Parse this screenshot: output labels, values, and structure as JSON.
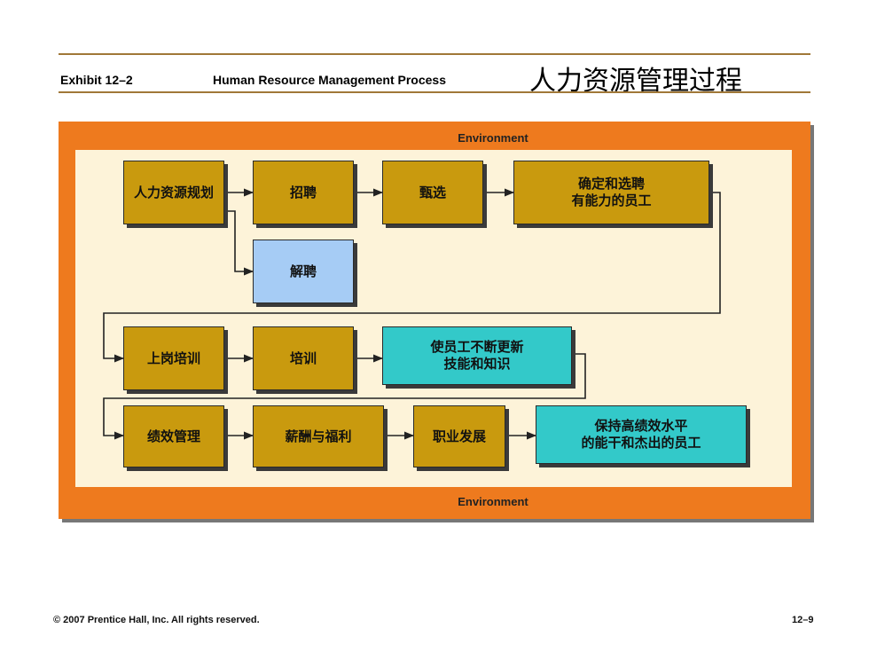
{
  "header": {
    "exhibit": "Exhibit 12–2",
    "title_en": "Human Resource Management Process",
    "title_cn": "人力资源管理过程"
  },
  "environment": {
    "top_label": "Environment",
    "bottom_label": "Environment"
  },
  "boxes": {
    "hr_planning": "人力资源规划",
    "recruitment": "招聘",
    "selection": "甄选",
    "identify_select": "确定和选聘\n有能力的员工",
    "decruitment": "解聘",
    "orientation": "上岗培训",
    "training": "培训",
    "update_skills": "使员工不断更新\n技能和知识",
    "performance_mgmt": "绩效管理",
    "compensation": "薪酬与福利",
    "career_dev": "职业发展",
    "retain_employees": "保持高绩效水平\n的能干和杰出的员工"
  },
  "colors": {
    "environment": "#ee7a1e",
    "environment_inner": "#fdf3d9",
    "gold_box": "#c99a0e",
    "cyan_box": "#33c9c9",
    "blue_box": "#a6ccf5"
  },
  "footer": {
    "copyright": "© 2007 Prentice Hall, Inc. All rights reserved.",
    "page": "12–9"
  }
}
